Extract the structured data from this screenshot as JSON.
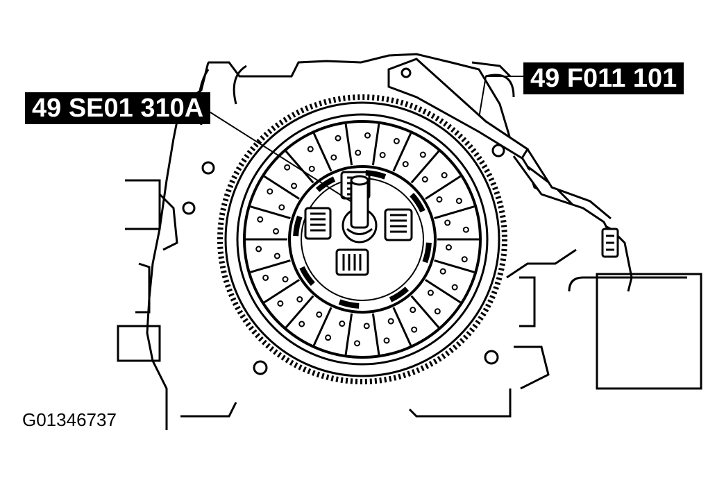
{
  "callouts": {
    "left_tool": "49 SE01 310A",
    "right_tool": "49 F011 101"
  },
  "figure_id": "G01346737",
  "colors": {
    "ink": "#000000",
    "paper": "#ffffff"
  }
}
